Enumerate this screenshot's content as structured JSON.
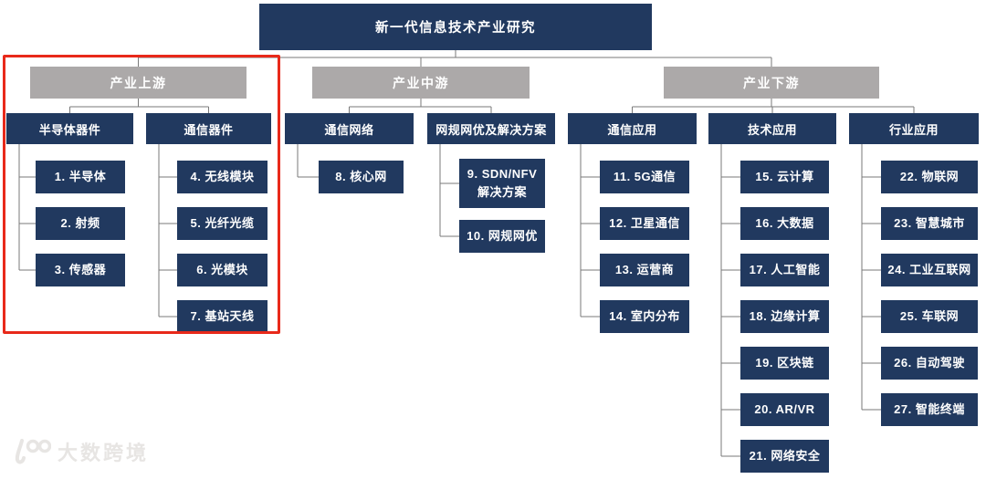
{
  "colors": {
    "navy": "#21395F",
    "gray": "#ACA9A9",
    "line": "#7A7A7A",
    "highlight": "#E8291A",
    "watermark": "#E7E5E3"
  },
  "watermark": {
    "text": "大数跨境",
    "logo": "dashu-100-logo"
  },
  "tree": {
    "root": "新一代信息技术产业研究",
    "sections": [
      {
        "label": "产业上游",
        "highlighted": true,
        "groups": [
          {
            "label": "半导体器件",
            "items": [
              "1. 半导体",
              "2. 射频",
              "3. 传感器"
            ]
          },
          {
            "label": "通信器件",
            "items": [
              "4. 无线模块",
              "5. 光纤光缆",
              "6. 光模块",
              "7. 基站天线"
            ]
          }
        ]
      },
      {
        "label": "产业中游",
        "highlighted": false,
        "groups": [
          {
            "label": "通信网络",
            "items": [
              "8. 核心网"
            ]
          },
          {
            "label": "网规网优及解决方案",
            "items": [
              "9. SDN/NFV\n解决方案",
              "10. 网规网优"
            ]
          }
        ]
      },
      {
        "label": "产业下游",
        "highlighted": false,
        "groups": [
          {
            "label": "通信应用",
            "items": [
              "11. 5G通信",
              "12. 卫星通信",
              "13. 运营商",
              "14. 室内分布"
            ]
          },
          {
            "label": "技术应用",
            "items": [
              "15. 云计算",
              "16. 大数据",
              "17. 人工智能",
              "18. 边缘计算",
              "19. 区块链",
              "20. AR/VR",
              "21. 网络安全"
            ]
          },
          {
            "label": "行业应用",
            "items": [
              "22. 物联网",
              "23. 智慧城市",
              "24. 工业互联网",
              "25. 车联网",
              "26. 自动驾驶",
              "27. 智能终端"
            ]
          }
        ]
      }
    ]
  }
}
